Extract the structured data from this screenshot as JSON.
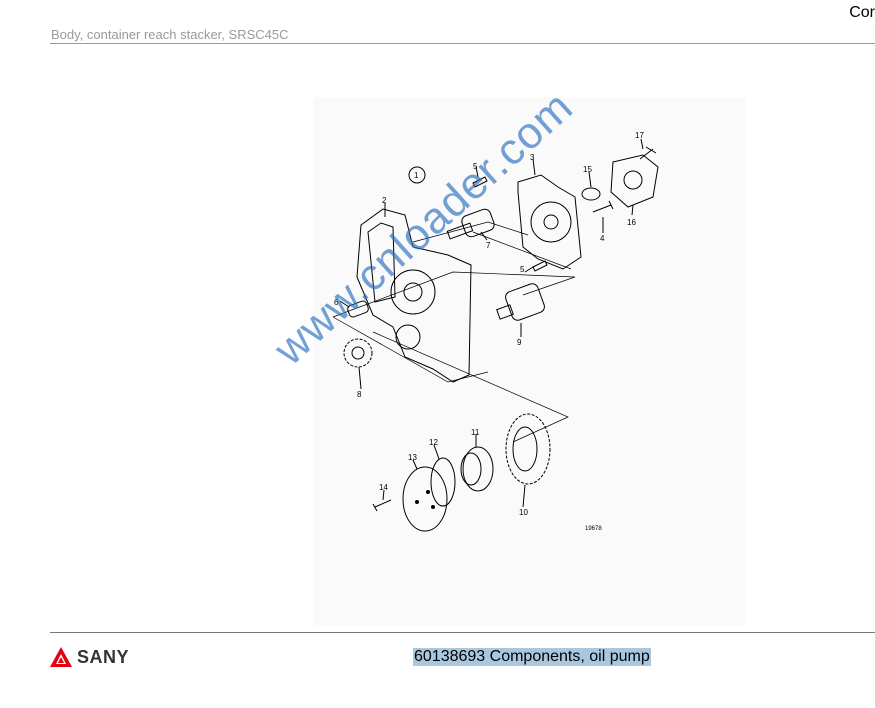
{
  "header": {
    "corner_text": "Cor",
    "title": "Body, container reach stacker, SRSC45C"
  },
  "figure": {
    "group_marker": "1",
    "drawing_number": "19678",
    "callouts": [
      "1",
      "2",
      "3",
      "4",
      "5",
      "5",
      "6",
      "7",
      "8",
      "9",
      "10",
      "11",
      "12",
      "13",
      "14",
      "15",
      "16",
      "17"
    ],
    "watermark": "www.cnloader.com"
  },
  "footer": {
    "brand": "SANY",
    "brand_color": "#e60012",
    "caption": "60138693 Components, oil pump",
    "caption_highlight": "#a9c8e0"
  }
}
